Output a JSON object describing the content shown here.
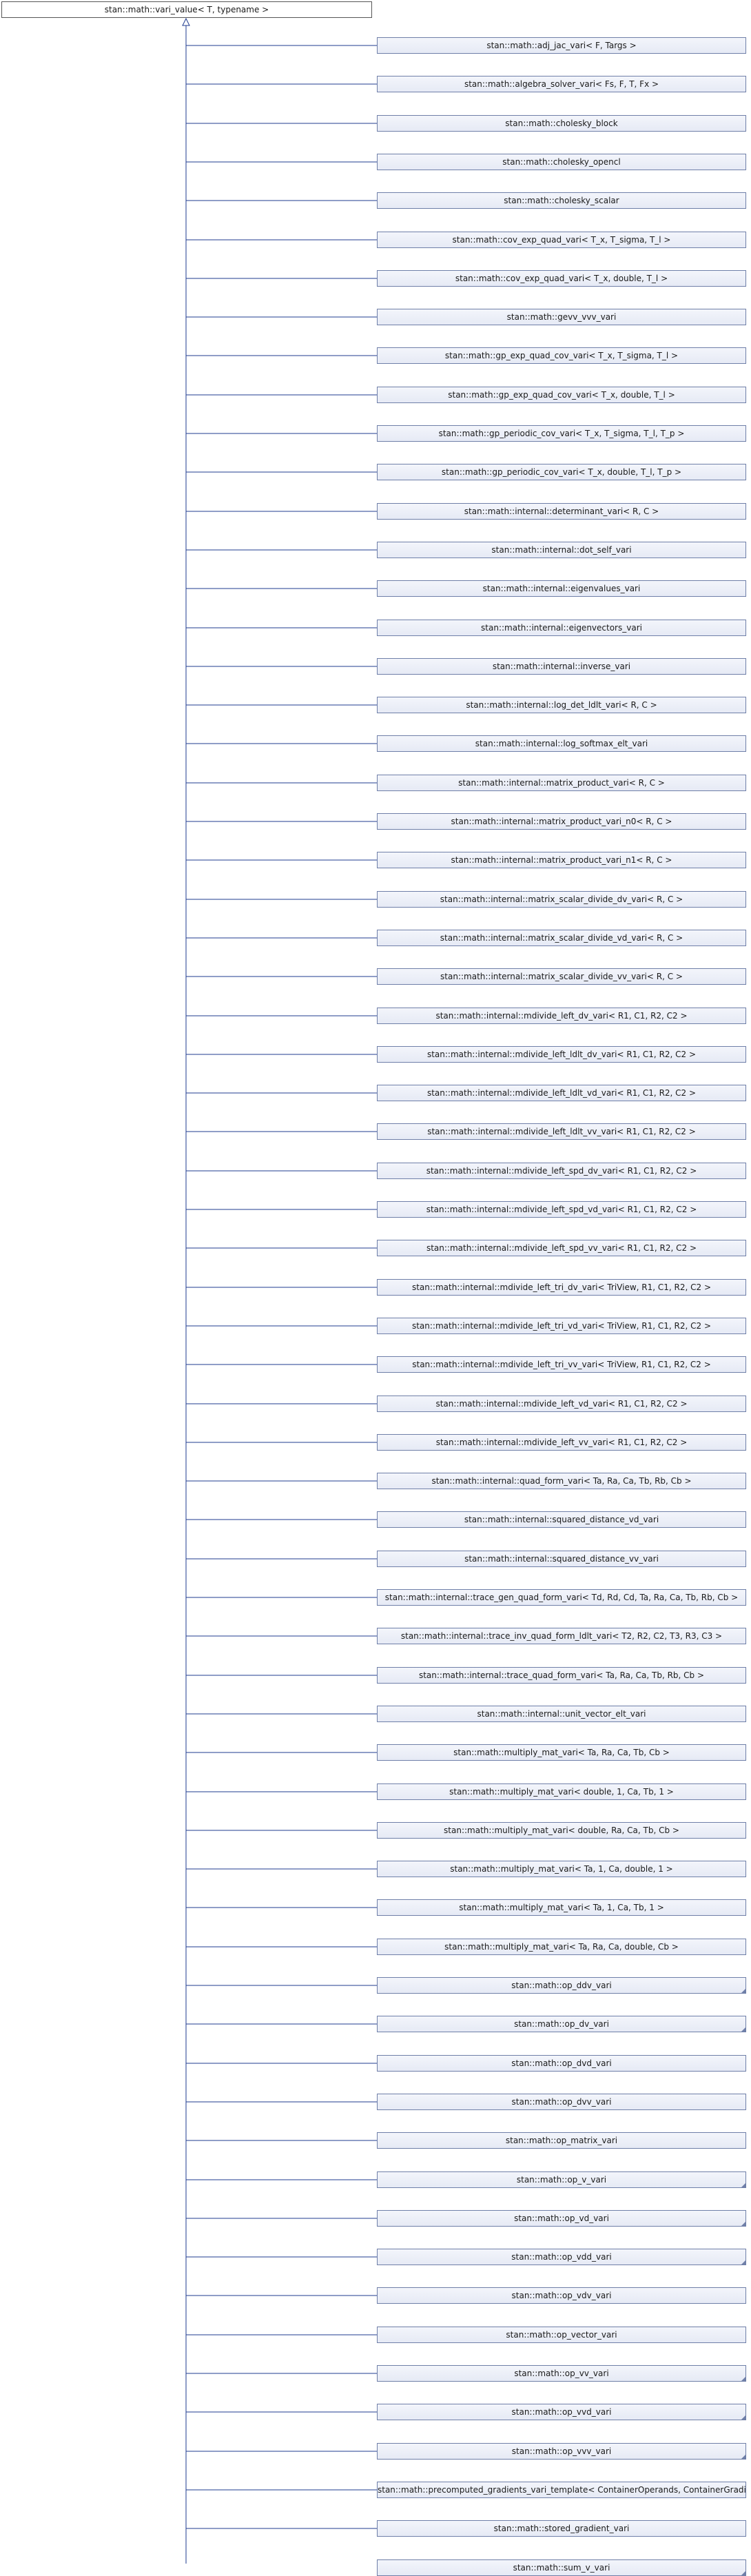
{
  "diagram": {
    "root": "stan::math::vari_value< T, typename >",
    "children": [
      "stan::math::adj_jac_vari< F, Targs >",
      "stan::math::algebra_solver_vari< Fs, F, T, Fx >",
      "stan::math::cholesky_block",
      "stan::math::cholesky_opencl",
      "stan::math::cholesky_scalar",
      "stan::math::cov_exp_quad_vari< T_x, T_sigma, T_l >",
      "stan::math::cov_exp_quad_vari< T_x, double, T_l >",
      "stan::math::gevv_vvv_vari",
      "stan::math::gp_exp_quad_cov_vari< T_x, T_sigma, T_l >",
      "stan::math::gp_exp_quad_cov_vari< T_x, double, T_l >",
      "stan::math::gp_periodic_cov_vari< T_x, T_sigma, T_l, T_p >",
      "stan::math::gp_periodic_cov_vari< T_x, double, T_l, T_p >",
      "stan::math::internal::determinant_vari< R, C >",
      "stan::math::internal::dot_self_vari",
      "stan::math::internal::eigenvalues_vari",
      "stan::math::internal::eigenvectors_vari",
      "stan::math::internal::inverse_vari",
      "stan::math::internal::log_det_ldlt_vari< R, C >",
      "stan::math::internal::log_softmax_elt_vari",
      "stan::math::internal::matrix_product_vari< R, C >",
      "stan::math::internal::matrix_product_vari_n0< R, C >",
      "stan::math::internal::matrix_product_vari_n1< R, C >",
      "stan::math::internal::matrix_scalar_divide_dv_vari< R, C >",
      "stan::math::internal::matrix_scalar_divide_vd_vari< R, C >",
      "stan::math::internal::matrix_scalar_divide_vv_vari< R, C >",
      "stan::math::internal::mdivide_left_dv_vari< R1, C1, R2, C2 >",
      "stan::math::internal::mdivide_left_ldlt_dv_vari< R1, C1, R2, C2 >",
      "stan::math::internal::mdivide_left_ldlt_vd_vari< R1, C1, R2, C2 >",
      "stan::math::internal::mdivide_left_ldlt_vv_vari< R1, C1, R2, C2 >",
      "stan::math::internal::mdivide_left_spd_dv_vari< R1, C1, R2, C2 >",
      "stan::math::internal::mdivide_left_spd_vd_vari< R1, C1, R2, C2 >",
      "stan::math::internal::mdivide_left_spd_vv_vari< R1, C1, R2, C2 >",
      "stan::math::internal::mdivide_left_tri_dv_vari< TriView, R1, C1, R2, C2 >",
      "stan::math::internal::mdivide_left_tri_vd_vari< TriView, R1, C1, R2, C2 >",
      "stan::math::internal::mdivide_left_tri_vv_vari< TriView, R1, C1, R2, C2 >",
      "stan::math::internal::mdivide_left_vd_vari< R1, C1, R2, C2 >",
      "stan::math::internal::mdivide_left_vv_vari< R1, C1, R2, C2 >",
      "stan::math::internal::quad_form_vari< Ta, Ra, Ca, Tb, Rb, Cb >",
      "stan::math::internal::squared_distance_vd_vari",
      "stan::math::internal::squared_distance_vv_vari",
      "stan::math::internal::trace_gen_quad_form_vari< Td, Rd, Cd, Ta, Ra, Ca, Tb, Rb, Cb >",
      "stan::math::internal::trace_inv_quad_form_ldlt_vari< T2, R2, C2, T3, R3, C3 >",
      "stan::math::internal::trace_quad_form_vari< Ta, Ra, Ca, Tb, Rb, Cb >",
      "stan::math::internal::unit_vector_elt_vari",
      "stan::math::multiply_mat_vari< Ta, Ra, Ca, Tb, Cb >",
      "stan::math::multiply_mat_vari< double, 1, Ca, Tb, 1 >",
      "stan::math::multiply_mat_vari< double, Ra, Ca, Tb, Cb >",
      "stan::math::multiply_mat_vari< Ta, 1, Ca, double, 1 >",
      "stan::math::multiply_mat_vari< Ta, 1, Ca, Tb, 1 >",
      "stan::math::multiply_mat_vari< Ta, Ra, Ca, double, Cb >",
      "stan::math::op_ddv_vari",
      "stan::math::op_dv_vari",
      "stan::math::op_dvd_vari",
      "stan::math::op_dvv_vari",
      "stan::math::op_matrix_vari",
      "stan::math::op_v_vari",
      "stan::math::op_vd_vari",
      "stan::math::op_vdd_vari",
      "stan::math::op_vdv_vari",
      "stan::math::op_vector_vari",
      "stan::math::op_vv_vari",
      "stan::math::op_vvd_vari",
      "stan::math::op_vvv_vari",
      "stan::math::precomputed_gradients_vari_template< ContainerOperands, ContainerGradients >",
      "stan::math::stored_gradient_vari",
      "stan::math::sum_v_vari"
    ],
    "folded": [
      "stan::math::op_ddv_vari",
      "stan::math::op_dv_vari",
      "stan::math::op_v_vari",
      "stan::math::op_vd_vari",
      "stan::math::op_vdd_vari",
      "stan::math::op_vv_vari",
      "stan::math::op_vvd_vari",
      "stan::math::op_vvv_vari",
      "stan::math::sum_v_vari"
    ],
    "colors": {
      "edge": "#1f3b8f",
      "node_border": "#6f7fa8",
      "node_fill": "#e6eaf5",
      "root_border": "#555555"
    }
  }
}
